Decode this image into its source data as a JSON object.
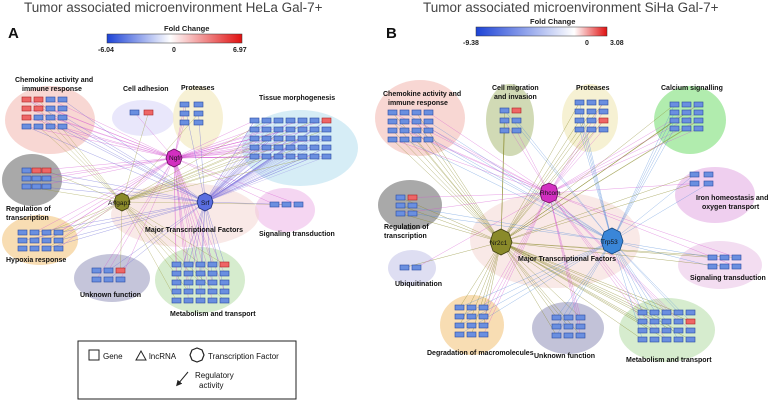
{
  "panels": [
    {
      "id": "A",
      "title": "Tumor associated microenvironment HeLa Gal-7+",
      "fold_change": {
        "label": "Fold Change",
        "min": "-6.04",
        "mid": "0",
        "max": "6.97"
      },
      "hubs": [
        {
          "label": "Ngfr",
          "color": "#d22fc0"
        },
        {
          "label": "Arfgap1",
          "color": "#8a8a2a"
        },
        {
          "label": "Srf",
          "color": "#5a6ee0"
        }
      ],
      "clusters": [
        {
          "label": "Chemokine activity and immune response",
          "lines": [
            "Chemokine activity and",
            "immune response"
          ]
        },
        {
          "label": "Cell adhesion",
          "lines": [
            "Cell adhesion"
          ]
        },
        {
          "label": "Proteases",
          "lines": [
            "Proteases"
          ]
        },
        {
          "label": "Tissue morphogenesis",
          "lines": [
            "Tissue morphogenesis"
          ]
        },
        {
          "label": "Regulation of transcription",
          "lines": [
            "Regulation of",
            "transcription"
          ]
        },
        {
          "label": "Signaling transduction",
          "lines": [
            "Signaling transduction"
          ]
        },
        {
          "label": "Major Transcriptional Factors",
          "lines": [
            "Major Transcriptional Factors"
          ]
        },
        {
          "label": "Hypoxia response",
          "lines": [
            "Hypoxia response"
          ]
        },
        {
          "label": "Unknown function",
          "lines": [
            "Unknown function"
          ]
        },
        {
          "label": "Metabolism and transport",
          "lines": [
            "Metabolism and transport"
          ]
        }
      ]
    },
    {
      "id": "B",
      "title": "Tumor associated microenvironment SiHa Gal-7+",
      "fold_change": {
        "label": "Fold Change",
        "min": "-9.38",
        "mid": "0",
        "max": "3.08"
      },
      "hubs": [
        {
          "label": "Rhcom",
          "color": "#d22fc0"
        },
        {
          "label": "Nr2c1",
          "color": "#8a8a2a"
        },
        {
          "label": "Trp53",
          "color": "#3a86d8"
        }
      ],
      "clusters": [
        {
          "label": "Chemokine activity and immune response",
          "lines": [
            "Chemokine activity and",
            "immune response"
          ]
        },
        {
          "label": "Cell migration and invasion",
          "lines": [
            "Cell migration",
            "and invasion"
          ]
        },
        {
          "label": "Proteases",
          "lines": [
            "Proteases"
          ]
        },
        {
          "label": "Calcium signalling",
          "lines": [
            "Calcium signalling"
          ]
        },
        {
          "label": "Iron homeostasis and oxygen transport",
          "lines": [
            "Iron homeostasis and",
            "oxygen transport"
          ]
        },
        {
          "label": "Regulation of transcription",
          "lines": [
            "Regulation of",
            "transcription"
          ]
        },
        {
          "label": "Major Transcriptional Factors",
          "lines": [
            "Major Transcriptional Factors"
          ]
        },
        {
          "label": "Ubiquitination",
          "lines": [
            "Ubiquitination"
          ]
        },
        {
          "label": "Signaling transduction",
          "lines": [
            "Signaling transduction"
          ]
        },
        {
          "label": "Degradation of macromolecules",
          "lines": [
            "Degradation of macromolecules"
          ]
        },
        {
          "label": "Unknown function",
          "lines": [
            "Unknown function"
          ]
        },
        {
          "label": "Metabolism and transport",
          "lines": [
            "Metabolism and transport"
          ]
        }
      ]
    }
  ],
  "legend": {
    "gene": "Gene",
    "lncrna": "lncRNA",
    "tf": "Transcription Factor",
    "regulatory_line1": "Regulatory",
    "regulatory_line2": "activity"
  },
  "colors": {
    "fc_low": "#2a4cd8",
    "fc_high": "#e01010",
    "tf_hub_ngfr": "#d22fc0",
    "tf_hub_arfgap1": "#8a8a2a",
    "tf_hub_srf": "#5a6ee0"
  }
}
